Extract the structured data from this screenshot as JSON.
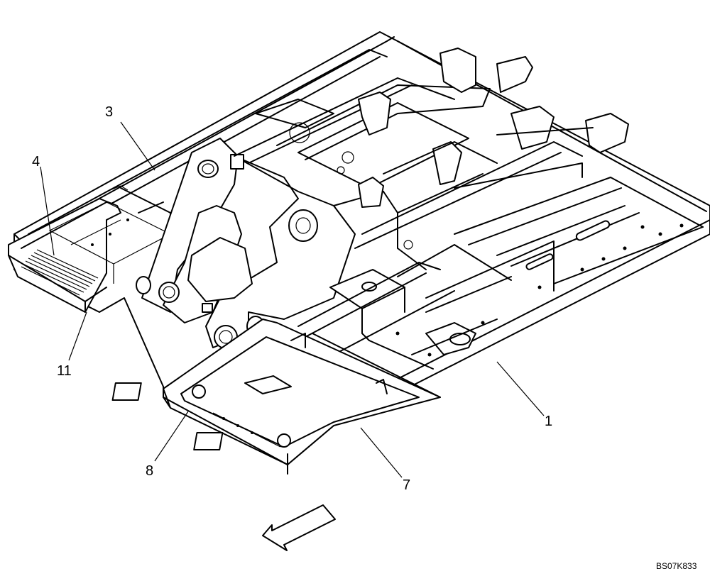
{
  "callouts": [
    {
      "id": "callout-1",
      "label": "1"
    },
    {
      "id": "callout-3",
      "label": "3"
    },
    {
      "id": "callout-4",
      "label": "4"
    },
    {
      "id": "callout-7",
      "label": "7"
    },
    {
      "id": "callout-8",
      "label": "8"
    },
    {
      "id": "callout-11",
      "label": "11"
    }
  ],
  "drawing_id": "BS07K833",
  "direction_arrow_icon": "front-direction-arrow-icon"
}
